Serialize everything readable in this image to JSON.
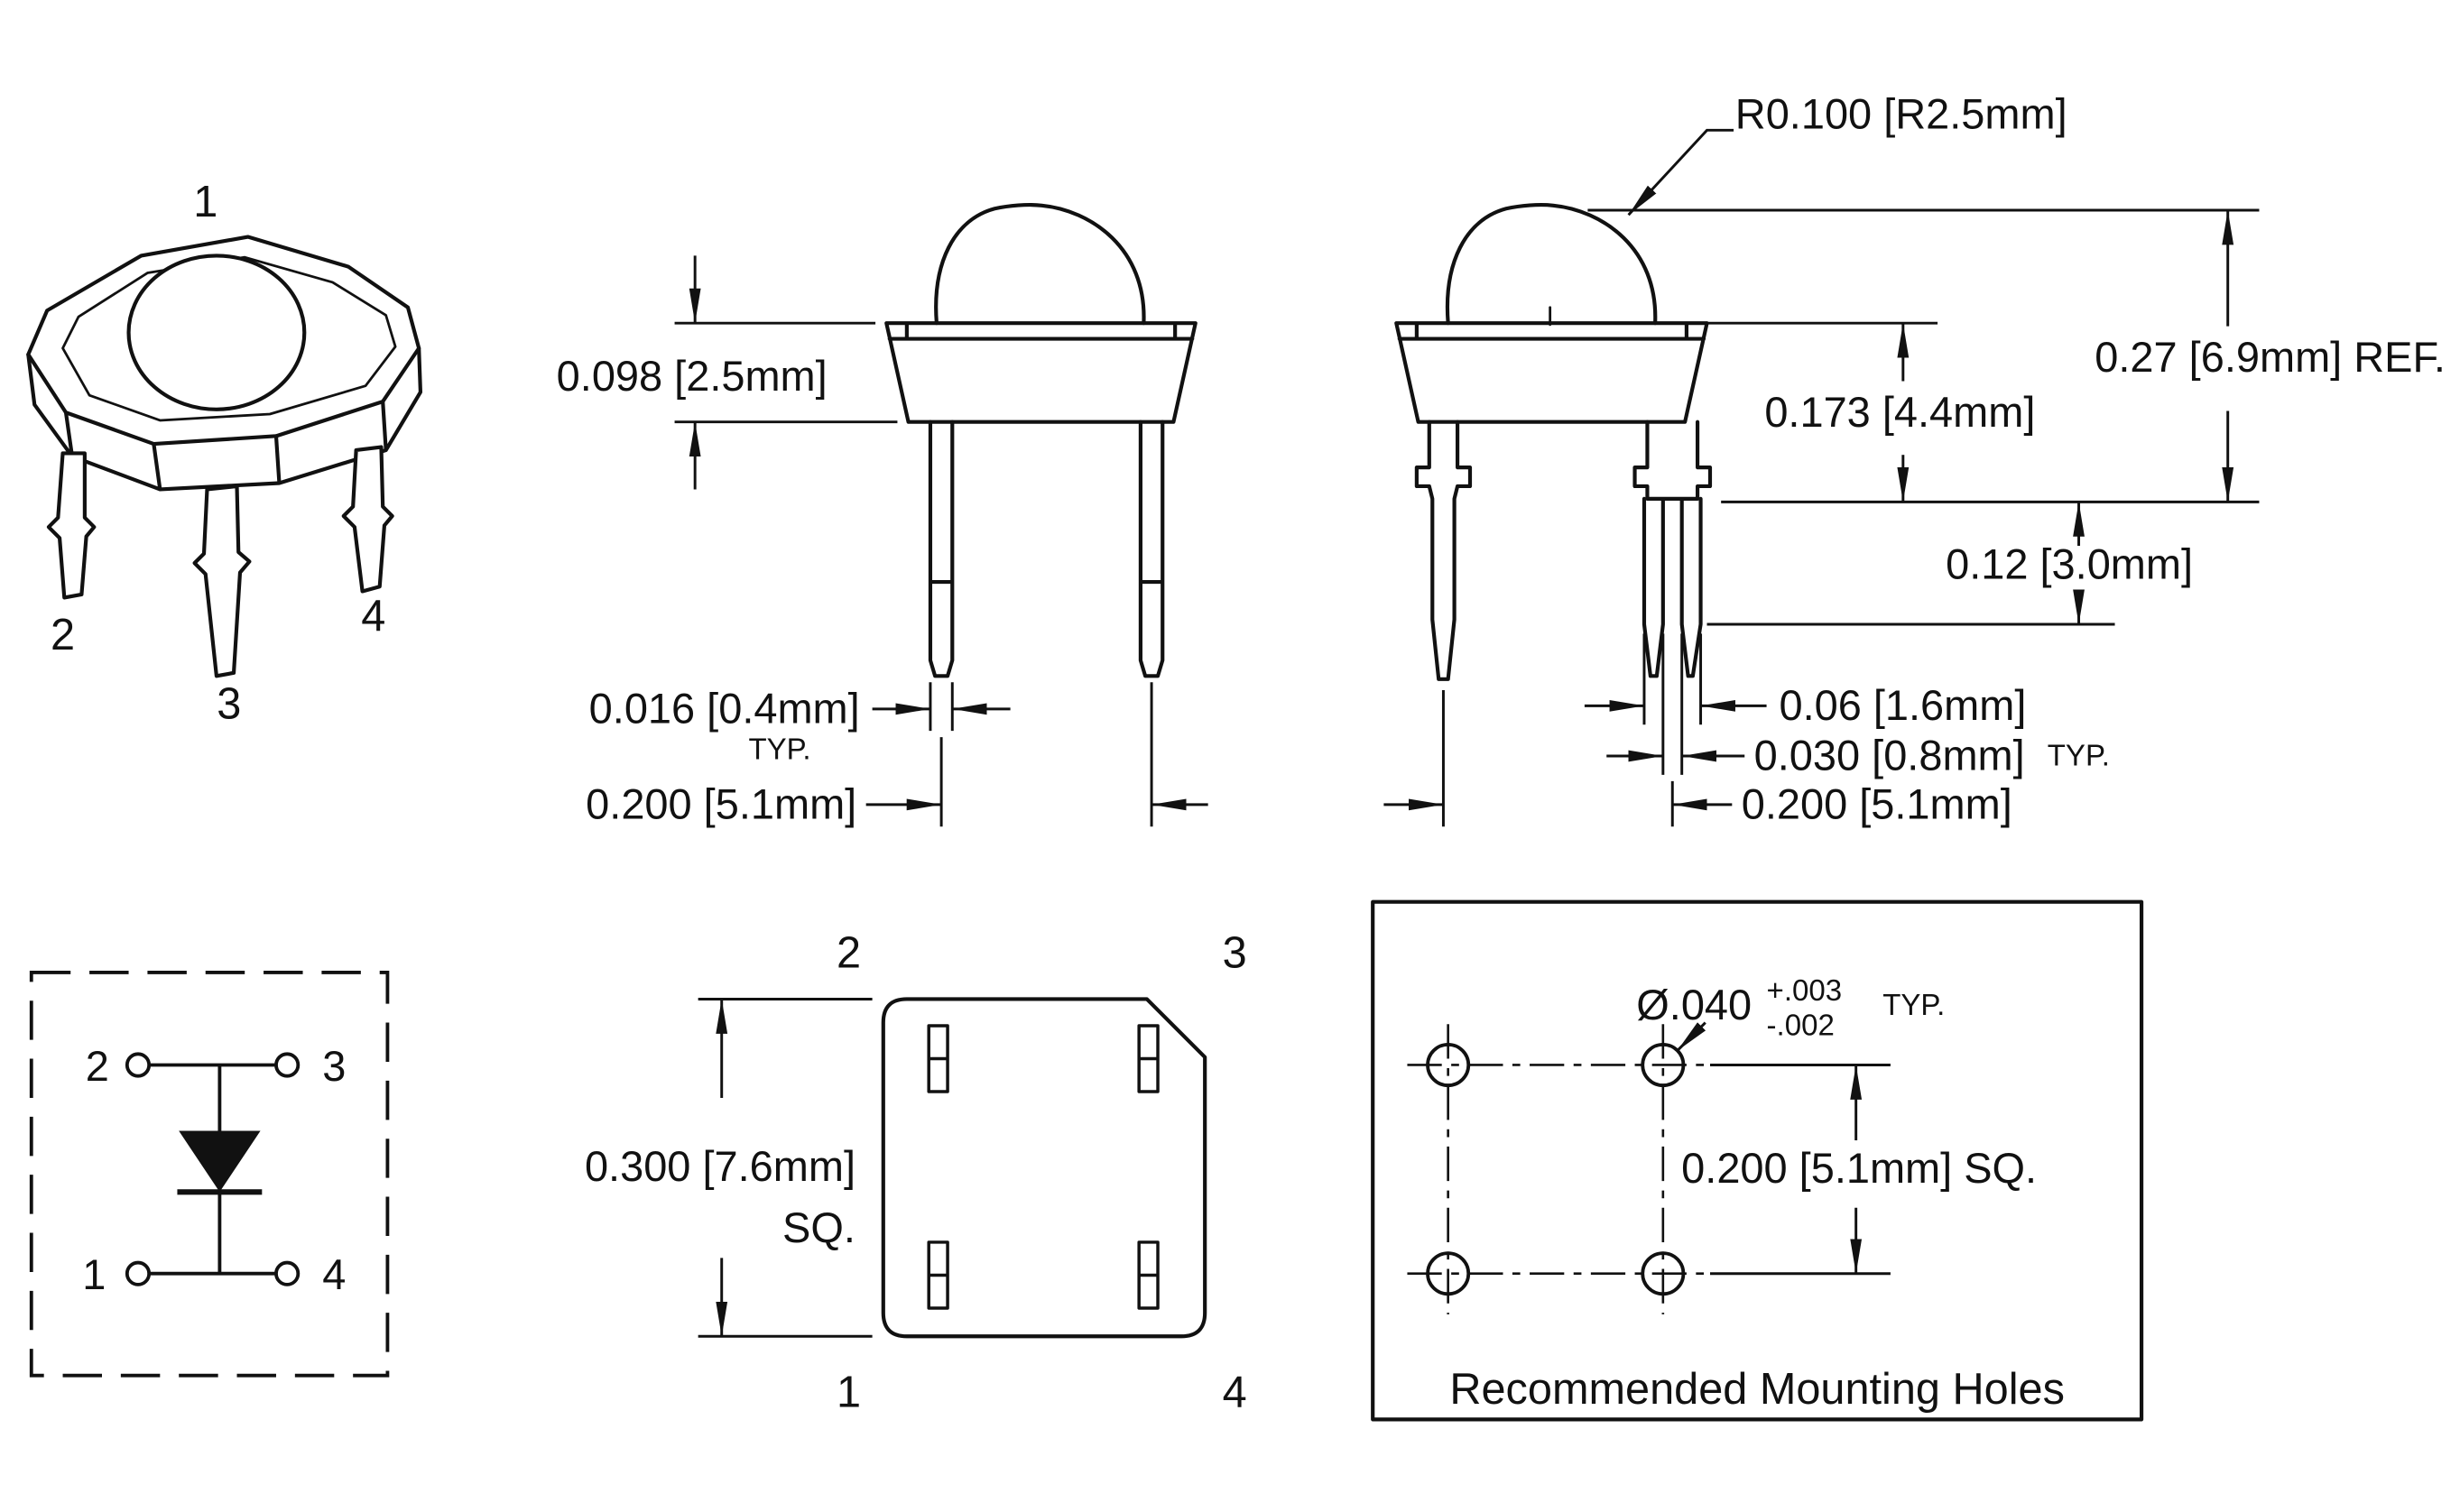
{
  "drawing": {
    "colors": {
      "line": "#111111",
      "background": "#ffffff"
    }
  },
  "iso_view": {
    "pins": {
      "p1": "1",
      "p2": "2",
      "p3": "3",
      "p4": "4"
    }
  },
  "front_view": {
    "body_height": "0.098 [2.5mm]",
    "lead_width": "0.016 [0.4mm]",
    "lead_width_note": "TYP.",
    "lead_pitch": "0.200 [5.1mm]"
  },
  "side_view": {
    "dome_radius": "R0.100 [R2.5mm]",
    "overall_height": "0.27 [6.9mm]  REF.",
    "body_to_standoff": "0.173 [4.4mm]",
    "standoff_height": "0.12 [3.0mm]",
    "lead_pair_width": "0.06 [1.6mm]",
    "lead_gap": "0.030 [0.8mm]",
    "lead_gap_note": "TYP.",
    "lead_pitch": "0.200 [5.1mm]"
  },
  "schematic_view": {
    "pins": {
      "p1": "1",
      "p2": "2",
      "p3": "3",
      "p4": "4"
    }
  },
  "bottom_view": {
    "pins": {
      "p1": "1",
      "p2": "2",
      "p3": "3",
      "p4": "4"
    },
    "body_size": "0.300 [7.6mm]",
    "body_size_suffix": "SQ."
  },
  "mounting_holes": {
    "title": "Recommended Mounting Holes",
    "hole_diameter": "Ø.040",
    "tolerance_plus": "+.003",
    "tolerance_minus": "-.002",
    "note": "TYP.",
    "hole_pitch": "0.200 [5.1mm]  SQ."
  }
}
